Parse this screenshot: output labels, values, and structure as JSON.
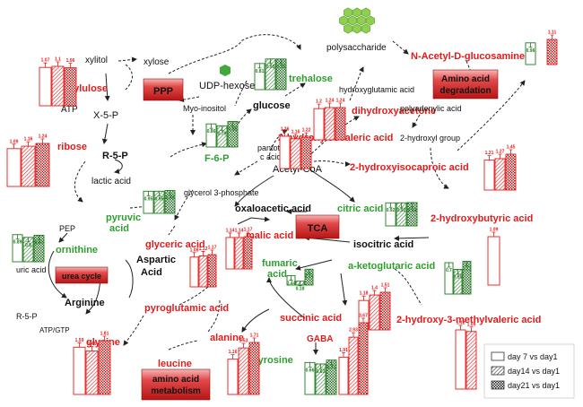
{
  "colors": {
    "red": "#e31b1b",
    "green": "#2e9e2e",
    "black": "#111111",
    "box_gradient_top": "#f6b3b3",
    "box_gradient_bottom": "#c41a1a",
    "polysaccharide_hex": "#8fd14f",
    "udp_hex": "#3fa93a"
  },
  "pathway_boxes": [
    {
      "id": "ppp",
      "text": "PPP"
    },
    {
      "id": "tca",
      "text": "TCA"
    },
    {
      "id": "urea",
      "text": "urea cycle"
    },
    {
      "id": "aadeg",
      "lines": [
        "Amino acid",
        "degradation"
      ]
    },
    {
      "id": "aamet",
      "lines": [
        "amino acid",
        "metabolism"
      ]
    }
  ],
  "metabolites": [
    {
      "id": "xylitol",
      "text": "xylitol",
      "color": "black"
    },
    {
      "id": "xylose",
      "text": "xylose",
      "color": "black"
    },
    {
      "id": "xylulose",
      "text": "xylulose",
      "color": "red"
    },
    {
      "id": "atp",
      "text": "ATP",
      "color": "black"
    },
    {
      "id": "x5p",
      "text": "X-5-P",
      "color": "black"
    },
    {
      "id": "ribose",
      "text": "ribose",
      "color": "red"
    },
    {
      "id": "r5p",
      "text": "R-5-P",
      "color": "blackb"
    },
    {
      "id": "lactic",
      "text": "lactic acid",
      "color": "black"
    },
    {
      "id": "f6p",
      "text": "F-6-P",
      "color": "green"
    },
    {
      "id": "udp",
      "text": "UDP-hexose",
      "color": "black"
    },
    {
      "id": "myo",
      "text": "Myo-inositol",
      "color": "black"
    },
    {
      "id": "glucose",
      "text": "glucose",
      "color": "blackb"
    },
    {
      "id": "trehalose",
      "text": "trehalose",
      "color": "green"
    },
    {
      "id": "polysac",
      "text": "polysaccharide",
      "color": "black"
    },
    {
      "id": "nacetyl",
      "text": "N-Acetyl-D-glucosamine",
      "color": "red"
    },
    {
      "id": "hydroxyglut",
      "text": "hydroxyglutamic acid",
      "color": "black"
    },
    {
      "id": "dihydroxy",
      "text": "dihydroxyacetone",
      "color": "red"
    },
    {
      "id": "polyadenylic",
      "text": "polyadenylic acid",
      "color": "black"
    },
    {
      "id": "hiva",
      "text": "2-hydroxyisovaleric acid",
      "color": "red"
    },
    {
      "id": "hgroup",
      "text": "2-hydroxyl group",
      "color": "black"
    },
    {
      "id": "hica",
      "text": "2-hydroxyisocaproic acid",
      "color": "red"
    },
    {
      "id": "panto1",
      "text": "pantotheni",
      "color": "black"
    },
    {
      "id": "panto2",
      "text": "c acid",
      "color": "black"
    },
    {
      "id": "acetylcoa",
      "text": "Acetyl-CoA",
      "color": "black"
    },
    {
      "id": "g3p",
      "text": "glycerol 3-phosphate",
      "color": "black"
    },
    {
      "id": "pyruvic1",
      "text": "pyruvic",
      "color": "green"
    },
    {
      "id": "pyruvic2",
      "text": "acid",
      "color": "green"
    },
    {
      "id": "pep",
      "text": "PEP",
      "color": "black"
    },
    {
      "id": "ornithine",
      "text": "ornithine",
      "color": "green"
    },
    {
      "id": "oxalo",
      "text": "oxaloacetic acid",
      "color": "blackb"
    },
    {
      "id": "citric",
      "text": "citric acid",
      "color": "green"
    },
    {
      "id": "hbutyric",
      "text": "2-hydroxybutyric acid",
      "color": "red"
    },
    {
      "id": "glyceric",
      "text": "glyceric acid",
      "color": "red"
    },
    {
      "id": "aspartic1",
      "text": "Aspartic",
      "color": "blackb"
    },
    {
      "id": "aspartic2",
      "text": "Acid",
      "color": "blackb"
    },
    {
      "id": "malic",
      "text": "malic acid",
      "color": "red"
    },
    {
      "id": "isocitric",
      "text": "isocitric acid",
      "color": "blackb"
    },
    {
      "id": "fumaric1",
      "text": "fumaric",
      "color": "green"
    },
    {
      "id": "fumaric2",
      "text": "acid",
      "color": "green"
    },
    {
      "id": "akg",
      "text": "a-ketoglutaric acid",
      "color": "green"
    },
    {
      "id": "uric",
      "text": "uric acid",
      "color": "black"
    },
    {
      "id": "arginine",
      "text": "Arginine",
      "color": "blackb"
    },
    {
      "id": "r5p2",
      "text": "R-5-P",
      "color": "black"
    },
    {
      "id": "atpgtp",
      "text": "ATP/GTP",
      "color": "black"
    },
    {
      "id": "pyroglut",
      "text": "pyroglutamic acid",
      "color": "red"
    },
    {
      "id": "succinic",
      "text": "succinic acid",
      "color": "red"
    },
    {
      "id": "hmv",
      "text": "2-hydroxy-3-methylvaleric acid",
      "color": "red"
    },
    {
      "id": "glycine",
      "text": "glycine",
      "color": "red"
    },
    {
      "id": "alanine",
      "text": "alanine",
      "color": "red"
    },
    {
      "id": "gaba",
      "text": "GABA",
      "color": "red"
    },
    {
      "id": "leucine",
      "text": "leucine",
      "color": "red"
    },
    {
      "id": "tyrosine",
      "text": "tyrosine",
      "color": "green"
    }
  ],
  "legend": [
    {
      "pattern": "open",
      "text": "day 7 vs day1"
    },
    {
      "pattern": "hatch",
      "text": "day14 vs day1"
    },
    {
      "pattern": "checker",
      "text": "day21 vs day1"
    }
  ],
  "chart_data": {
    "type": "bar",
    "series_names": [
      "day 7 vs day1",
      "day14 vs day1",
      "day21 vs day1"
    ],
    "charts": [
      {
        "metabolite": "xylulose",
        "color": "red",
        "values": [
          1.07,
          1.1,
          1.06
        ]
      },
      {
        "metabolite": "ribose",
        "color": "red",
        "values": [
          1.09,
          1.16,
          1.24
        ]
      },
      {
        "metabolite": "trehalose",
        "color": "green",
        "values": [
          0.81,
          0.95,
          0.95
        ]
      },
      {
        "metabolite": "N-Acetyl-D-glucosamine",
        "color": "mixed",
        "values": [
          0.96,
          null,
          1.11
        ]
      },
      {
        "metabolite": "dihydroxyacetone",
        "color": "red",
        "values": [
          1.2,
          1.24,
          1.24
        ]
      },
      {
        "metabolite": "2-hydroxyisovaleric acid",
        "color": "red",
        "values": [
          1.26,
          1.16,
          1.22
        ]
      },
      {
        "metabolite": "F-6-P",
        "color": "green",
        "values": [
          0.86,
          0.79,
          0.95
        ]
      },
      {
        "metabolite": "2-hydroxyisocaproic acid",
        "color": "red",
        "values": [
          1.21,
          1.27,
          1.45
        ]
      },
      {
        "metabolite": "citric acid",
        "color": "mixed",
        "values": [
          0.92,
          0.92,
          0.93
        ]
      },
      {
        "metabolite": "pyruvic acid",
        "color": "green",
        "values": [
          0.95,
          0.95,
          0.98
        ]
      },
      {
        "metabolite": "ornithine",
        "color": "green",
        "values": [
          0.89,
          0.8,
          0.87
        ]
      },
      {
        "metabolite": "glyceric acid",
        "color": "red",
        "values": [
          1.08,
          1.12,
          1.17
        ]
      },
      {
        "metabolite": "malic acid",
        "color": "red",
        "values": [
          1.14,
          1.14,
          1.17
        ]
      },
      {
        "metabolite": "fumaric acid",
        "color": "green",
        "values": [
          0.44,
          0.18,
          0.74
        ]
      },
      {
        "metabolite": "a-ketoglutaric acid",
        "color": "green",
        "values": [
          0.7,
          0.55,
          0.73
        ]
      },
      {
        "metabolite": "2-hydroxybutyric acid",
        "color": "red",
        "values": [
          1.09,
          null,
          null
        ]
      },
      {
        "metabolite": "2-hydroxy-3-methylvaleric acid",
        "color": "red",
        "values": [
          1.18,
          1.4,
          1.51
        ]
      },
      {
        "metabolite": "glycine",
        "color": "red",
        "values": [
          1.59,
          1.46,
          1.81
        ]
      },
      {
        "metabolite": "alanine",
        "color": "red",
        "values": [
          1.16,
          1.53,
          1.71
        ]
      },
      {
        "metabolite": "tyrosine",
        "color": "green",
        "values": [
          0.66,
          0.63,
          0.71
        ]
      },
      {
        "metabolite": "GABA",
        "color": "red",
        "values": [
          1.91,
          2.93,
          3.67
        ]
      },
      {
        "metabolite": "leucine-right",
        "color": "red",
        "values": [
          1.12,
          1.09,
          null
        ]
      }
    ]
  }
}
